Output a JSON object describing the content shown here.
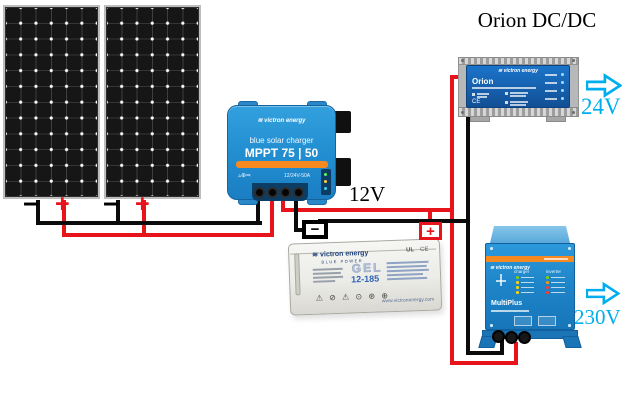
{
  "labels": {
    "orion_title": "Orion DC/DC",
    "bus_voltage": "12V",
    "orion_out": "24V",
    "inverter_out": "230V"
  },
  "terminals": {
    "minus": "−",
    "plus": "+"
  },
  "colors": {
    "wire_positive": "#e8141c",
    "wire_negative": "#0b0b0b",
    "victron_blue": "#2390d2",
    "victron_orange": "#f6891f",
    "accent_cyan": "#00aeef"
  },
  "mppt": {
    "brand": "victron energy",
    "product": "blue solar charger",
    "model": "MPPT 75 | 50",
    "spec": "12/24V-50A"
  },
  "orion": {
    "brand": "victron energy",
    "model": "Orion",
    "cert": "CE"
  },
  "battery": {
    "brand": "victron energy",
    "tagline": "BLUE POWER",
    "type": "GEL",
    "model": "12-185",
    "mark_ul": "UL",
    "mark_ce": "CE",
    "warning_icons": "⚠ ⊘ ⚠ ⊙ ⊛ ⊕",
    "website": "www.victronenergy.com"
  },
  "multiplus": {
    "brand": "victron energy",
    "model": "MultiPlus",
    "panel_left": "charger",
    "panel_right": "inverter"
  },
  "icons": {
    "victron_wing": "≋"
  }
}
